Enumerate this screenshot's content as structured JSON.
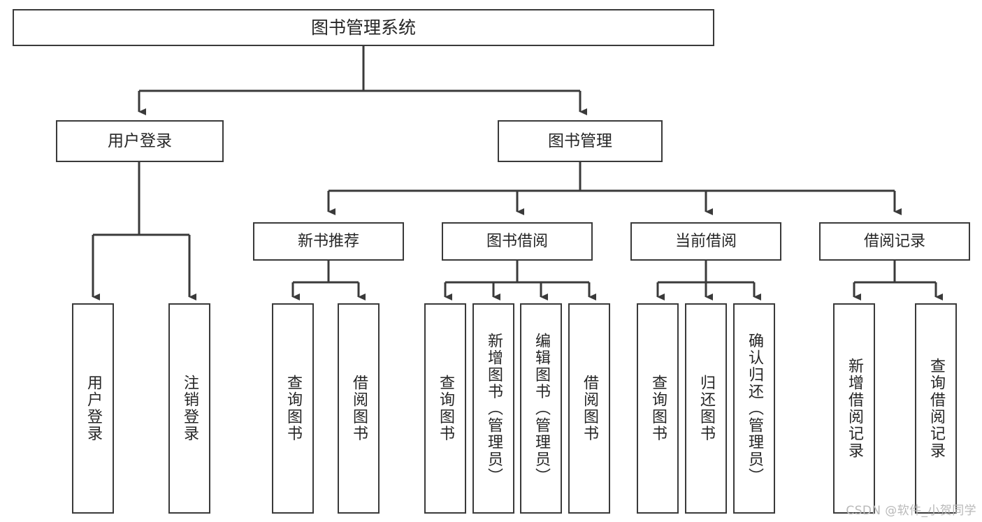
{
  "diagram": {
    "title": "图书管理系统",
    "watermark": "CSDN @软件_小贺同学",
    "colors": {
      "background": "#ffffff",
      "box_fill": "#ffffff",
      "box_stroke": "#3a3a3a",
      "connector": "#3a3a3a",
      "text": "#262626",
      "watermark": "#b9b9b9"
    },
    "root": {
      "label": "图书管理系统"
    },
    "level2": [
      {
        "label": "用户登录"
      },
      {
        "label": "图书管理"
      }
    ],
    "level3": [
      {
        "label": "新书推荐"
      },
      {
        "label": "图书借阅"
      },
      {
        "label": "当前借阅"
      },
      {
        "label": "借阅记录"
      }
    ],
    "leaves": {
      "user_login": [
        {
          "label": "用户登录"
        },
        {
          "label": "注销登录"
        }
      ],
      "new_book": [
        {
          "label": "查询图书"
        },
        {
          "label": "借阅图书"
        }
      ],
      "borrow_book": [
        {
          "label": "查询图书"
        },
        {
          "label": "新增图书（管理员）"
        },
        {
          "label": "编辑图书（管理员）"
        },
        {
          "label": "借阅图书"
        }
      ],
      "current_borrow": [
        {
          "label": "查询图书"
        },
        {
          "label": "归还图书"
        },
        {
          "label": "确认归还（管理员）"
        }
      ],
      "borrow_record": [
        {
          "label": "新增借阅记录"
        },
        {
          "label": "查询借阅记录"
        }
      ]
    }
  }
}
